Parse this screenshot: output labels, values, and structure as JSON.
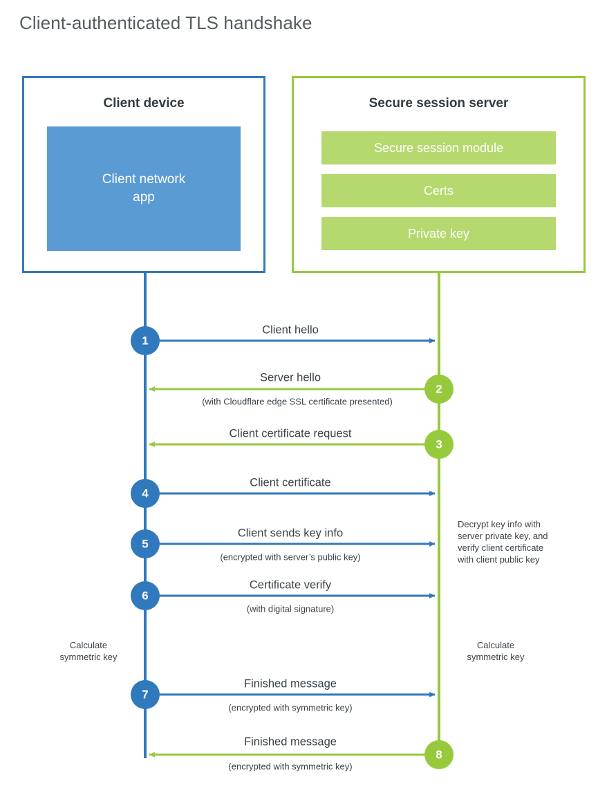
{
  "title": "Client-authenticated TLS handshake",
  "colors": {
    "blue_line": "#3179bd",
    "green_line": "#97c93d",
    "client_app_fill": "#5b9bd4",
    "server_bar_fill": "#b5d96f",
    "text": "#3a4248",
    "title_text": "#555c61"
  },
  "client": {
    "title": "Client device",
    "app_label": "Client network\napp"
  },
  "server": {
    "title": "Secure session server",
    "bars": [
      {
        "label": "Secure session module"
      },
      {
        "label": "Certs"
      },
      {
        "label": "Private key"
      }
    ]
  },
  "steps": [
    {
      "number": "1",
      "direction": "client-to-server",
      "side": "client",
      "primary": "Client hello",
      "sub": ""
    },
    {
      "number": "2",
      "direction": "server-to-client",
      "side": "server",
      "primary": "Server hello",
      "sub": "(with Cloudflare edge SSL certificate presented)"
    },
    {
      "number": "3",
      "direction": "server-to-client",
      "side": "server",
      "primary": "Client certificate request",
      "sub": ""
    },
    {
      "number": "4",
      "direction": "client-to-server",
      "side": "client",
      "primary": "Client certificate",
      "sub": ""
    },
    {
      "number": "5",
      "direction": "client-to-server",
      "side": "client",
      "primary": "Client sends key info",
      "sub": "(encrypted with server’s public key)"
    },
    {
      "number": "6",
      "direction": "client-to-server",
      "side": "client",
      "primary": "Certificate verify",
      "sub": "(with digital signature)"
    },
    {
      "number": "7",
      "direction": "client-to-server",
      "side": "client",
      "primary": "Finished message",
      "sub": "(encrypted with symmetric key)"
    },
    {
      "number": "8",
      "direction": "server-to-client",
      "side": "server",
      "primary": "Finished message",
      "sub": "(encrypted with symmetric key)"
    }
  ],
  "notes": {
    "server_decrypt": "Decrypt key info with\nserver private key, and\nverify client certificate\nwith client public key",
    "client_calculate": "Calculate\nsymmetric key",
    "server_calculate": "Calculate\nsymmetric key"
  }
}
